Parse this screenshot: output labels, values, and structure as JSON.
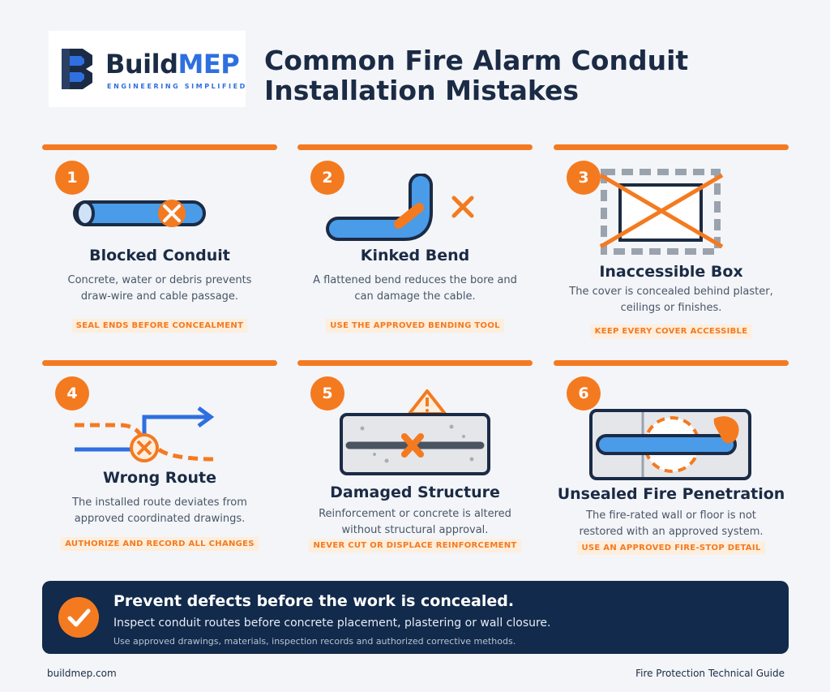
{
  "logo": {
    "name_part1": "Build",
    "name_part2": "MEP",
    "tagline": "ENGINEERING SIMPLIFIED",
    "icon": "buildmep-logo-icon"
  },
  "title": "Common Fire Alarm Conduit Installation Mistakes",
  "colors": {
    "accent": "#f47a20",
    "navy": "#122a4b",
    "text_dark": "#1b2b45",
    "conduit_blue": "#4a9be8",
    "background": "#f3f5f8"
  },
  "cards": [
    {
      "number": "1",
      "title": "Blocked Conduit",
      "description": "Concrete, water or debris prevents draw-wire and cable passage.",
      "tip": "SEAL ENDS BEFORE CONCEALMENT",
      "icon": "blocked-conduit-icon"
    },
    {
      "number": "2",
      "title": "Kinked Bend",
      "description": "A flattened bend reduces the bore and can damage the cable.",
      "tip": "USE THE APPROVED BENDING TOOL",
      "icon": "kinked-bend-icon"
    },
    {
      "number": "3",
      "title": "Inaccessible Box",
      "description": "The cover is concealed behind plaster, ceilings or finishes.",
      "tip": "KEEP EVERY COVER ACCESSIBLE",
      "icon": "inaccessible-box-icon"
    },
    {
      "number": "4",
      "title": "Wrong Route",
      "description": "The installed route deviates from approved coordinated drawings.",
      "tip": "AUTHORIZE AND RECORD ALL CHANGES",
      "icon": "wrong-route-icon"
    },
    {
      "number": "5",
      "title": "Damaged Structure",
      "description": "Reinforcement or concrete is altered without structural approval.",
      "tip": "NEVER CUT OR DISPLACE REINFORCEMENT",
      "icon": "damaged-structure-icon"
    },
    {
      "number": "6",
      "title": "Unsealed Fire Penetration",
      "description": "The fire-rated wall or floor is not restored with an approved system.",
      "tip": "USE AN APPROVED FIRE-STOP DETAIL",
      "icon": "fire-penetration-icon"
    }
  ],
  "banner": {
    "heading": "Prevent defects before the work is concealed.",
    "subtext": "Inspect conduit routes before concrete placement, plastering or wall closure.",
    "small": "Use approved drawings, materials, inspection records and authorized corrective methods.",
    "icon": "check-circle-icon"
  },
  "footer": {
    "left": "buildmep.com",
    "right": "Fire Protection Technical Guide"
  }
}
